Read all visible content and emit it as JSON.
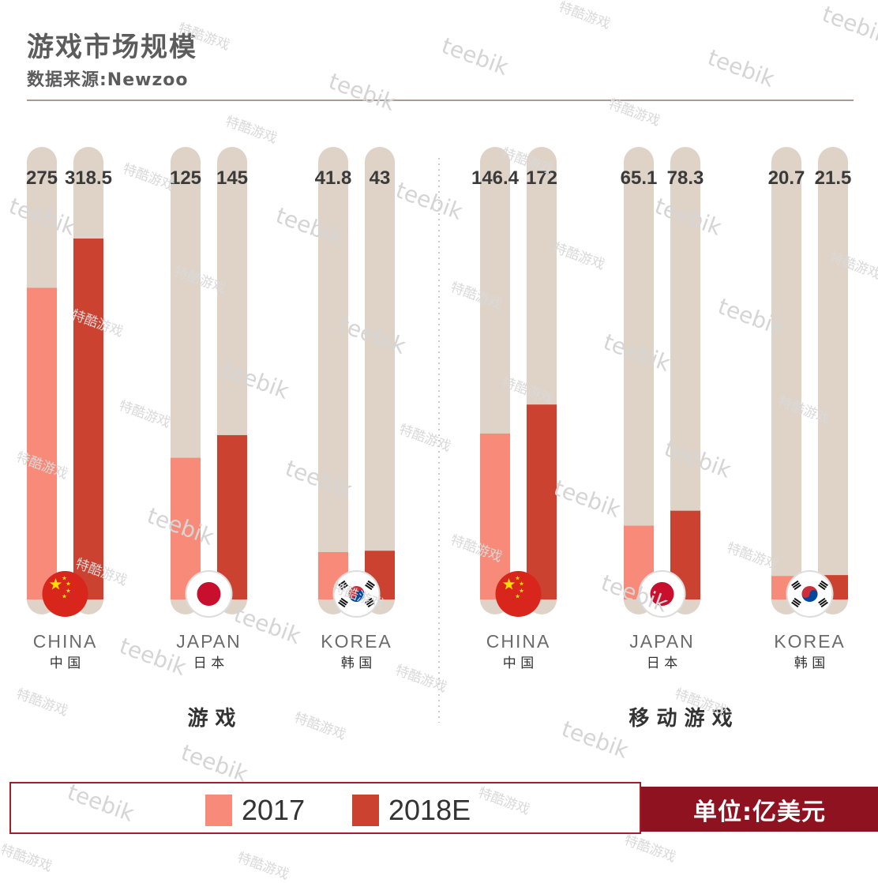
{
  "title": "游戏市场规模",
  "subtitle": "数据来源:Newzoo",
  "unit_label": "单位:亿美元",
  "legend": [
    {
      "label": "2017",
      "color": "#f88a7a"
    },
    {
      "label": "2018E",
      "color": "#cb4230"
    }
  ],
  "watermarks": {
    "brand": "teebik",
    "cn": "特酷游戏"
  },
  "chart_data": {
    "type": "bar",
    "ymax": 318.5,
    "groups": [
      {
        "label": "游 戏",
        "items": [
          {
            "country_en": "CHINA",
            "country_cn": "中 国",
            "flag": "china-flag-icon",
            "values": [
              275,
              318.5
            ],
            "labels": [
              "275",
              "318.5"
            ]
          },
          {
            "country_en": "JAPAN",
            "country_cn": "日 本",
            "flag": "japan-flag-icon",
            "values": [
              125,
              145
            ],
            "labels": [
              "125",
              "145"
            ]
          },
          {
            "country_en": "KOREA",
            "country_cn": "韩 国",
            "flag": "korea-flag-icon",
            "values": [
              41.8,
              43
            ],
            "labels": [
              "41.8",
              "43"
            ]
          }
        ]
      },
      {
        "label": "移 动 游 戏",
        "items": [
          {
            "country_en": "CHINA",
            "country_cn": "中 国",
            "flag": "china-flag-icon",
            "values": [
              146.4,
              172
            ],
            "labels": [
              "146.4",
              "172"
            ]
          },
          {
            "country_en": "JAPAN",
            "country_cn": "日 本",
            "flag": "japan-flag-icon",
            "values": [
              65.1,
              78.3
            ],
            "labels": [
              "65.1",
              "78.3"
            ]
          },
          {
            "country_en": "KOREA",
            "country_cn": "韩 国",
            "flag": "korea-flag-icon",
            "values": [
              20.7,
              21.5
            ],
            "labels": [
              "20.7",
              "21.5"
            ]
          }
        ]
      }
    ],
    "series": [
      "2017",
      "2018E"
    ],
    "colors": {
      "track": "#dfd3c7",
      "s2017": "#f88a7a",
      "s2018": "#cb4230",
      "value_label": "#3a3a3a",
      "country": "#6b6b6b"
    }
  }
}
